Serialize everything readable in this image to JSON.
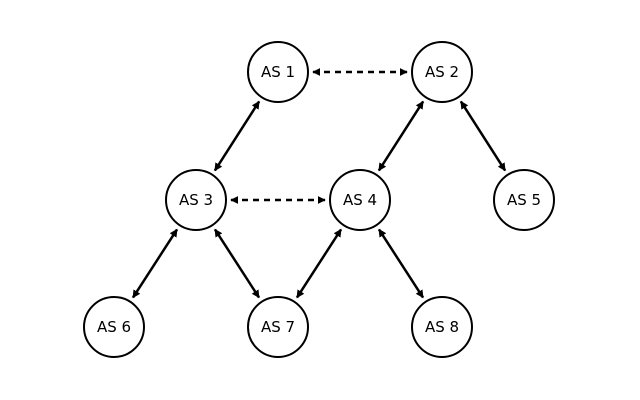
{
  "diagram": {
    "nodes": [
      {
        "id": "as1",
        "label": "AS 1"
      },
      {
        "id": "as2",
        "label": "AS 2"
      },
      {
        "id": "as3",
        "label": "AS 3"
      },
      {
        "id": "as4",
        "label": "AS 4"
      },
      {
        "id": "as5",
        "label": "AS 5"
      },
      {
        "id": "as6",
        "label": "AS 6"
      },
      {
        "id": "as7",
        "label": "AS 7"
      },
      {
        "id": "as8",
        "label": "AS 8"
      }
    ],
    "edges": [
      {
        "from": "as1",
        "to": "as2",
        "style": "dashed",
        "arrows": "both"
      },
      {
        "from": "as1",
        "to": "as3",
        "style": "solid",
        "arrows": "both"
      },
      {
        "from": "as2",
        "to": "as4",
        "style": "solid",
        "arrows": "both"
      },
      {
        "from": "as2",
        "to": "as5",
        "style": "solid",
        "arrows": "both"
      },
      {
        "from": "as3",
        "to": "as4",
        "style": "dashed",
        "arrows": "both"
      },
      {
        "from": "as3",
        "to": "as6",
        "style": "solid",
        "arrows": "both"
      },
      {
        "from": "as3",
        "to": "as7",
        "style": "solid",
        "arrows": "both"
      },
      {
        "from": "as4",
        "to": "as7",
        "style": "solid",
        "arrows": "both"
      },
      {
        "from": "as4",
        "to": "as8",
        "style": "solid",
        "arrows": "both"
      }
    ],
    "colors": {
      "stroke": "#000000",
      "background": "#ffffff"
    }
  }
}
